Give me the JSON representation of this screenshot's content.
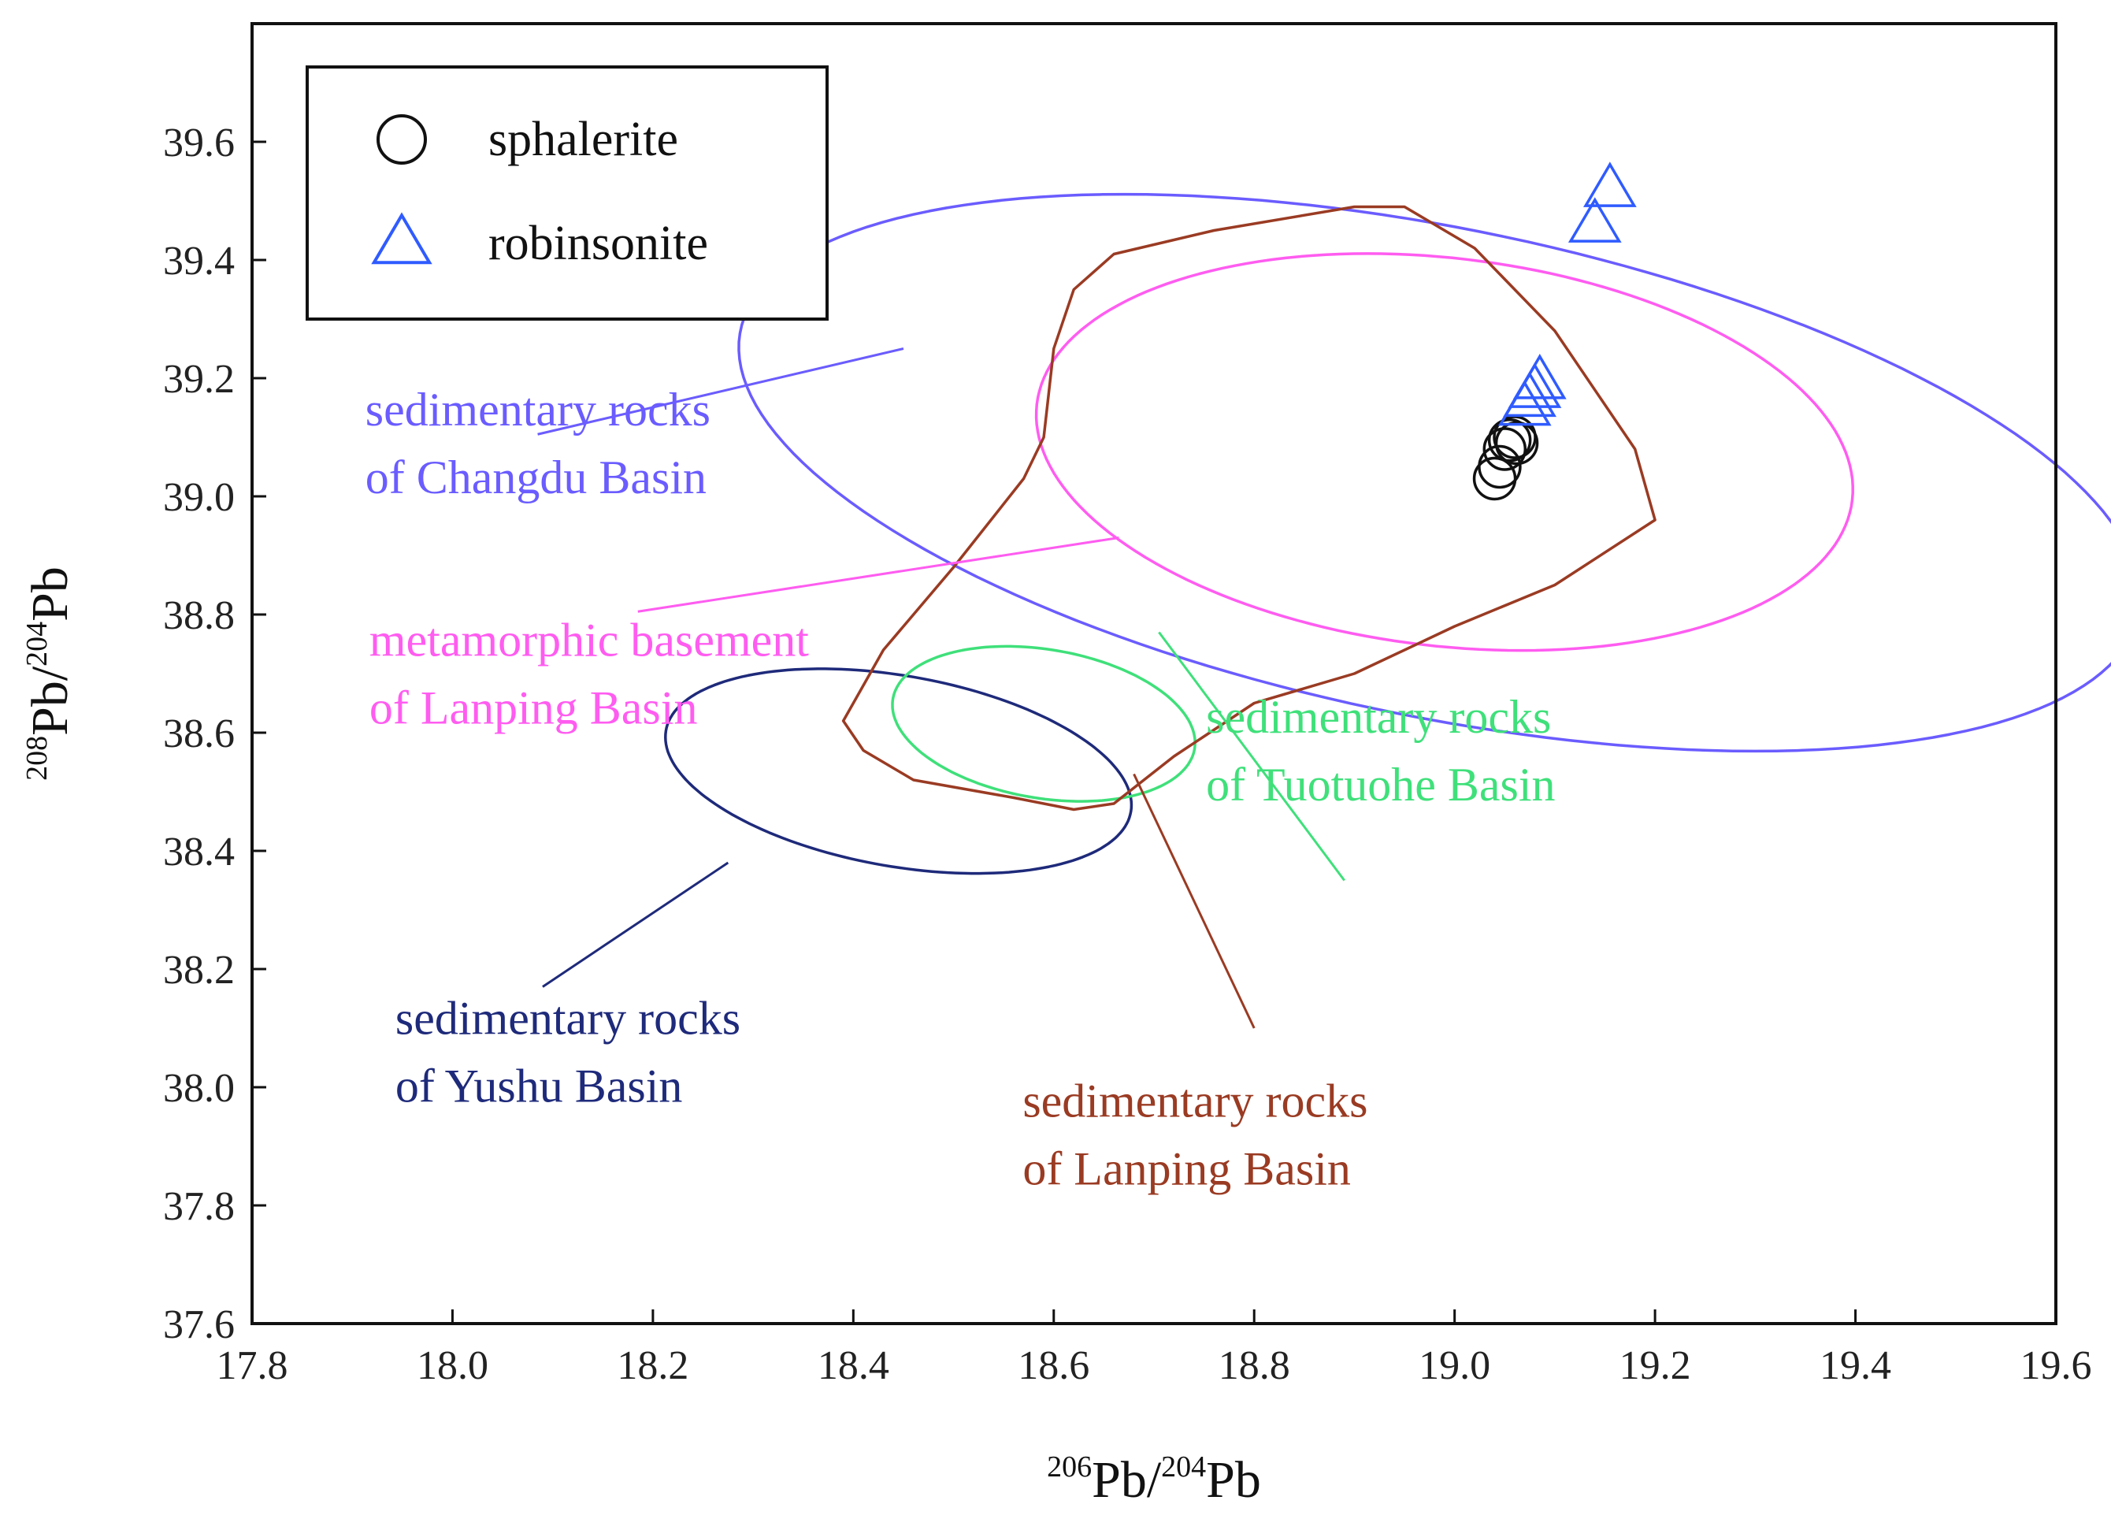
{
  "chart_data": {
    "type": "scatter",
    "xlabel": {
      "sup1": "206",
      "main1": "Pb/",
      "sup2": "204",
      "main2": "Pb"
    },
    "ylabel": {
      "sup1": "208",
      "main1": "Pb/",
      "sup2": "204",
      "main2": "Pb"
    },
    "xlim": [
      17.8,
      19.6
    ],
    "ylim": [
      37.6,
      39.8
    ],
    "x_ticks": [
      "17.8",
      "18.0",
      "18.2",
      "18.4",
      "18.6",
      "18.8",
      "19.0",
      "19.2",
      "19.4",
      "19.6"
    ],
    "y_ticks": [
      "37.6",
      "37.8",
      "38.0",
      "38.2",
      "38.4",
      "38.6",
      "38.8",
      "39.0",
      "39.2",
      "39.4",
      "39.6"
    ],
    "grid": false,
    "legend": {
      "position": "top-left",
      "entries": [
        {
          "label": "sphalerite",
          "marker": "circle",
          "color": "#111111"
        },
        {
          "label": "robinsonite",
          "marker": "triangle",
          "color": "#2f5bff"
        }
      ]
    },
    "series": [
      {
        "name": "sphalerite",
        "marker": "circle",
        "color": "#111111",
        "points": [
          [
            19.04,
            39.03
          ],
          [
            19.045,
            39.05
          ],
          [
            19.05,
            39.08
          ],
          [
            19.055,
            39.095
          ],
          [
            19.06,
            39.1
          ],
          [
            19.062,
            39.09
          ]
        ]
      },
      {
        "name": "robinsonite",
        "marker": "triangle",
        "color": "#2f5bff",
        "points": [
          [
            19.155,
            39.52
          ],
          [
            19.14,
            39.46
          ],
          [
            19.07,
            39.15
          ],
          [
            19.075,
            39.165
          ],
          [
            19.08,
            39.18
          ],
          [
            19.085,
            39.195
          ]
        ]
      }
    ],
    "regions": [
      {
        "label_lines": [
          "sedimentary rocks",
          "of Changdu Basin"
        ],
        "color": "#6a5cff",
        "shape": "ellipse",
        "cx": 18.985,
        "cy": 39.04,
        "rx": 0.745,
        "ry": 0.395,
        "angle_deg": -24,
        "label_anchor": [
          17.913,
          39.12
        ],
        "leader": [
          [
            18.085,
            39.105
          ],
          [
            18.45,
            39.25
          ]
        ]
      },
      {
        "label_lines": [
          "metamorphic basement",
          "of Lanping Basin"
        ],
        "color": "#ff5cf0",
        "shape": "ellipse",
        "cx": 18.99,
        "cy": 39.075,
        "rx": 0.42,
        "ry": 0.32,
        "angle_deg": -22,
        "label_anchor": [
          17.917,
          38.73
        ],
        "leader": [
          [
            18.185,
            38.805
          ],
          [
            18.665,
            38.93
          ]
        ]
      },
      {
        "label_lines": [
          "sedimentary rocks",
          "of Yushu Basin"
        ],
        "color": "#1e2a7a",
        "shape": "ellipse",
        "cx": 18.445,
        "cy": 38.535,
        "rx": 0.245,
        "ry": 0.155,
        "angle_deg": -24,
        "label_anchor": [
          17.943,
          38.09
        ],
        "leader": [
          [
            18.09,
            38.17
          ],
          [
            18.275,
            38.38
          ]
        ]
      },
      {
        "label_lines": [
          "sedimentary rocks",
          "of Tuotuohe Basin"
        ],
        "color": "#3fe07a",
        "shape": "ellipse",
        "cx": 18.59,
        "cy": 38.615,
        "rx": 0.16,
        "ry": 0.12,
        "angle_deg": -30,
        "label_anchor": [
          18.752,
          38.6
        ],
        "leader": [
          [
            18.705,
            38.77
          ],
          [
            18.89,
            38.35
          ]
        ]
      },
      {
        "label_lines": [
          "sedimentary rocks",
          "of Lanping Basin"
        ],
        "color": "#9a3b23",
        "shape": "polygon",
        "points": [
          [
            18.39,
            38.62
          ],
          [
            18.41,
            38.57
          ],
          [
            18.46,
            38.52
          ],
          [
            18.56,
            38.49
          ],
          [
            18.62,
            38.47
          ],
          [
            18.66,
            38.48
          ],
          [
            18.72,
            38.56
          ],
          [
            18.8,
            38.65
          ],
          [
            18.9,
            38.7
          ],
          [
            19.0,
            38.78
          ],
          [
            19.1,
            38.85
          ],
          [
            19.2,
            38.96
          ],
          [
            19.18,
            39.08
          ],
          [
            19.1,
            39.28
          ],
          [
            19.02,
            39.42
          ],
          [
            18.95,
            39.49
          ],
          [
            18.9,
            39.49
          ],
          [
            18.76,
            39.45
          ],
          [
            18.66,
            39.41
          ],
          [
            18.62,
            39.35
          ],
          [
            18.6,
            39.25
          ],
          [
            18.59,
            39.1
          ],
          [
            18.57,
            39.03
          ],
          [
            18.5,
            38.88
          ],
          [
            18.43,
            38.74
          ]
        ],
        "label_anchor": [
          18.569,
          37.95
        ],
        "leader": [
          [
            18.8,
            38.1
          ],
          [
            18.68,
            38.53
          ]
        ]
      }
    ]
  }
}
